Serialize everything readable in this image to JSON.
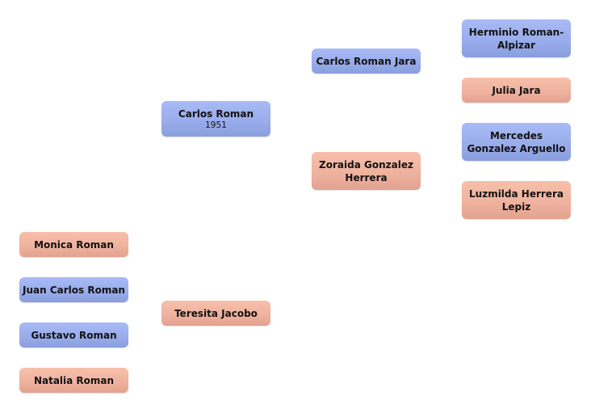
{
  "diagram": {
    "type": "family-tree",
    "colors": {
      "male": "#98abea",
      "female": "#eeb19d"
    },
    "root": {
      "name": "Carlos Roman",
      "year": "1951",
      "gender": "male"
    },
    "spouse": {
      "name": "Teresita Jacobo",
      "gender": "female"
    },
    "parents": [
      {
        "name": "Carlos Roman Jara",
        "gender": "male"
      },
      {
        "name": "Zoraida Gonzalez Herrera",
        "gender": "female"
      }
    ],
    "grandparents": [
      {
        "name": "Herminio Roman-Alpizar",
        "gender": "male"
      },
      {
        "name": "Julia Jara",
        "gender": "female"
      },
      {
        "name": "Mercedes Gonzalez Arguello",
        "gender": "male"
      },
      {
        "name": "Luzmilda Herrera Lepiz",
        "gender": "female"
      }
    ],
    "children": [
      {
        "name": "Monica Roman",
        "gender": "female"
      },
      {
        "name": "Juan Carlos Roman",
        "gender": "male"
      },
      {
        "name": "Gustavo Roman",
        "gender": "male"
      },
      {
        "name": "Natalia Roman",
        "gender": "female"
      }
    ]
  }
}
